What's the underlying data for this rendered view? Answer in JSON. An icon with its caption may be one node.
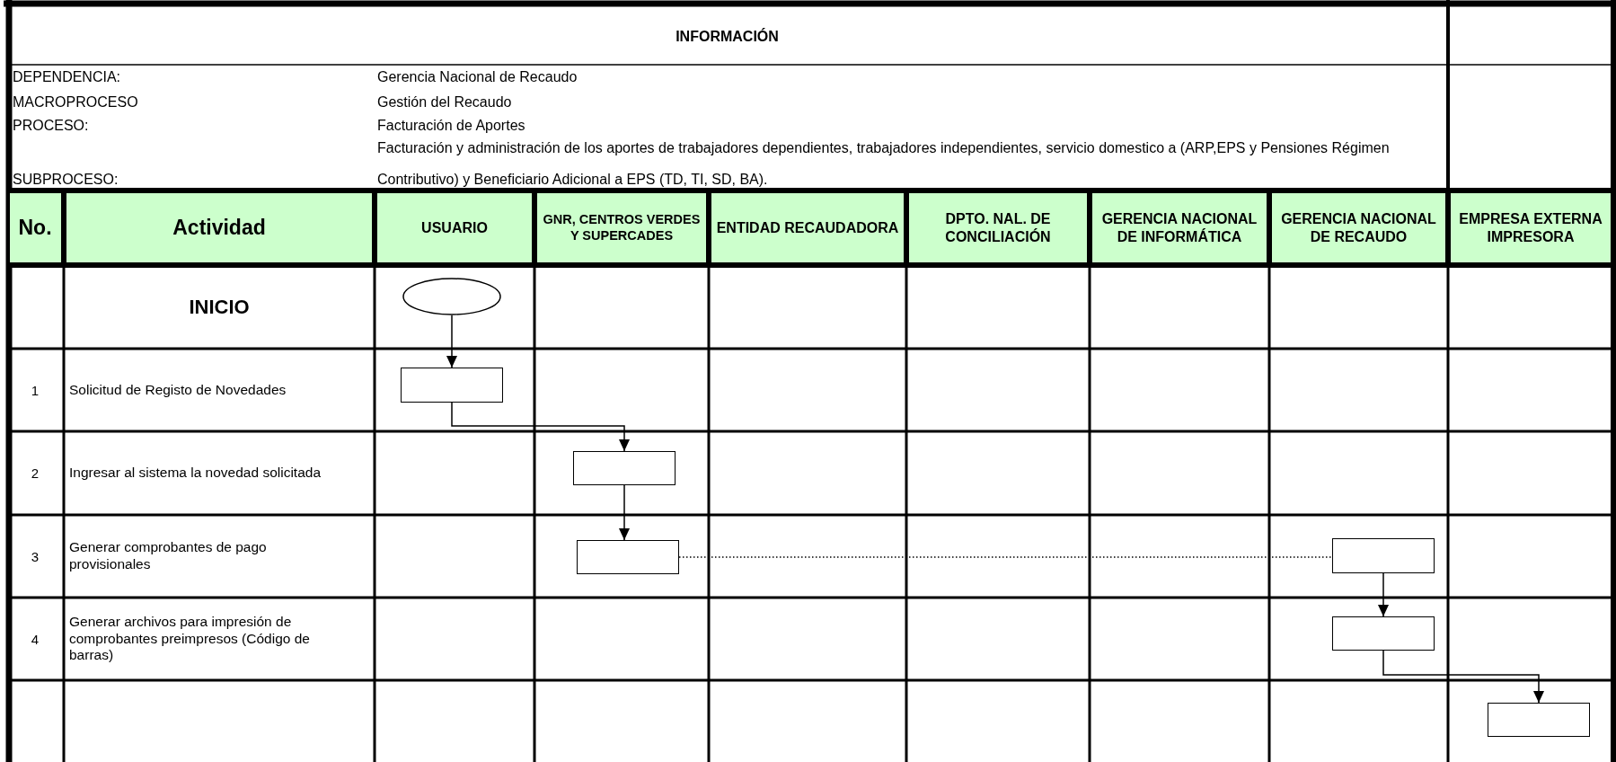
{
  "diagram": {
    "title": "INFORMACIÓN",
    "nodes": [
      {
        "text": [],
        "shape": "ellipse"
      },
      {
        "text": [],
        "shape": "box"
      },
      {
        "text": [],
        "shape": "box"
      },
      {
        "text": [],
        "shape": "box"
      },
      {
        "text": [],
        "shape": "box"
      },
      {
        "text": [],
        "shape": "box"
      },
      {
        "text": [],
        "shape": "box"
      }
    ],
    "edges": [
      {
        "from": 0,
        "to": 1,
        "arrow": "to"
      },
      {
        "from": 1,
        "to": 2,
        "arrow": "to"
      },
      {
        "from": 2,
        "to": 3,
        "arrow": "to"
      },
      {
        "from": 3,
        "to": 4,
        "arrow": "none",
        "style": "dashed"
      },
      {
        "from": 4,
        "to": 5,
        "arrow": "to"
      },
      {
        "from": 5,
        "to": 6,
        "arrow": "to"
      }
    ],
    "labels": [
      "DEPENDENCIA:",
      "Gerencia Nacional de Recaudo",
      "MACROPROCESO",
      "Gestión del Recaudo",
      "PROCESO:",
      "Facturación de Aportes",
      "SUBPROCESO:",
      "Facturación y administración de los aportes de trabajadores dependientes, trabajadores independientes, servicio domestico a (ARP,EPS y Pensiones Régimen Contributivo) y Beneficiario Adicional a EPS (TD, TI, SD, BA).",
      "No.",
      "Actividad",
      "USUARIO",
      "GNR, CENTROS VERDES Y SUPERCADES",
      "ENTIDAD RECAUDADORA",
      "DPTO. NAL. DE CONCILIACIÓN",
      "GERENCIA NACIONAL DE INFORMÁTICA",
      "GERENCIA NACIONAL DE RECAUDO",
      "EMPRESA EXTERNA IMPRESORA",
      "INICIO",
      "1",
      "Solicitud de Registo de Novedades",
      "2",
      "Ingresar al sistema la novedad solicitada",
      "3",
      "Generar comprobantes de pago provisionales",
      "4",
      "Generar archivos para impresión de comprobantes preimpresos (Código de barras)"
    ]
  }
}
